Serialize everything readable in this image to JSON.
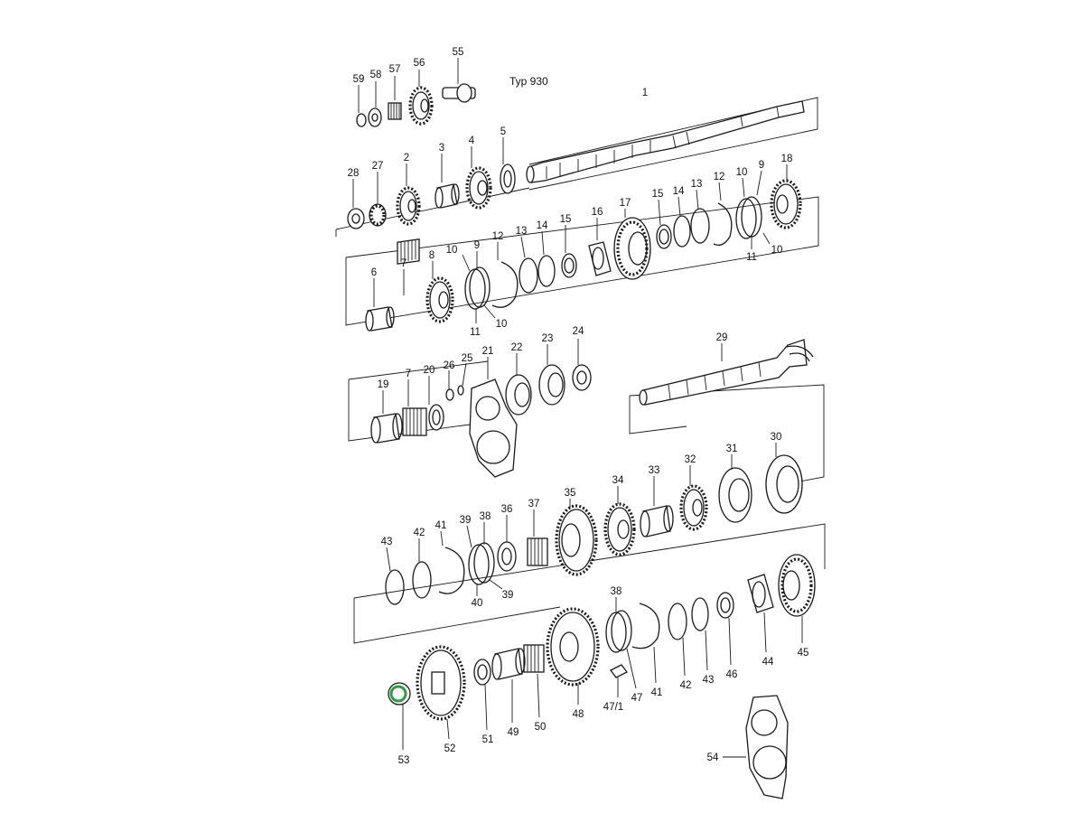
{
  "diagram": {
    "title": "Typ 930"
  },
  "parts": [
    {
      "id": "1"
    },
    {
      "id": "2"
    },
    {
      "id": "3"
    },
    {
      "id": "4"
    },
    {
      "id": "5"
    },
    {
      "id": "6"
    },
    {
      "id": "7"
    },
    {
      "id": "8"
    },
    {
      "id": "9"
    },
    {
      "id": "10"
    },
    {
      "id": "11"
    },
    {
      "id": "12"
    },
    {
      "id": "13"
    },
    {
      "id": "14"
    },
    {
      "id": "15"
    },
    {
      "id": "16"
    },
    {
      "id": "17"
    },
    {
      "id": "18"
    },
    {
      "id": "19"
    },
    {
      "id": "20"
    },
    {
      "id": "21"
    },
    {
      "id": "22"
    },
    {
      "id": "23"
    },
    {
      "id": "24"
    },
    {
      "id": "25"
    },
    {
      "id": "26"
    },
    {
      "id": "27"
    },
    {
      "id": "28"
    },
    {
      "id": "29"
    },
    {
      "id": "30"
    },
    {
      "id": "31"
    },
    {
      "id": "32"
    },
    {
      "id": "33"
    },
    {
      "id": "34"
    },
    {
      "id": "35"
    },
    {
      "id": "36"
    },
    {
      "id": "37"
    },
    {
      "id": "38"
    },
    {
      "id": "39"
    },
    {
      "id": "40"
    },
    {
      "id": "41"
    },
    {
      "id": "42"
    },
    {
      "id": "43"
    },
    {
      "id": "44"
    },
    {
      "id": "45"
    },
    {
      "id": "46"
    },
    {
      "id": "47"
    },
    {
      "id": "47/1"
    },
    {
      "id": "48"
    },
    {
      "id": "49"
    },
    {
      "id": "50"
    },
    {
      "id": "51"
    },
    {
      "id": "52"
    },
    {
      "id": "53",
      "highlighted": true
    },
    {
      "id": "54"
    },
    {
      "id": "55"
    },
    {
      "id": "56"
    },
    {
      "id": "57"
    },
    {
      "id": "58"
    },
    {
      "id": "59"
    }
  ],
  "colors": {
    "line": "#1a1a1a",
    "highlight": "#2e9e3e",
    "background": "#ffffff"
  }
}
